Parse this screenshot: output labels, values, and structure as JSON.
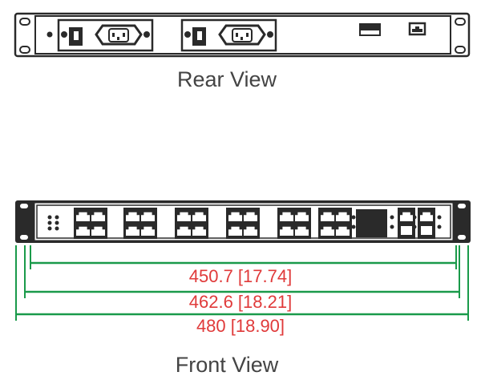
{
  "rear": {
    "caption": "Rear View"
  },
  "front": {
    "caption": "Front View"
  },
  "dimensions": [
    {
      "mm": "450.7",
      "inch": "17.74",
      "label": "450.7 [17.74]"
    },
    {
      "mm": "462.6",
      "inch": "18.21",
      "label": "462.6 [18.21]"
    },
    {
      "mm": "480",
      "inch": "18.90",
      "label": "480 [18.90]"
    }
  ],
  "colors": {
    "outline": "#2a2a2a",
    "dimension_line": "#1a9a4a",
    "dimension_text": "#e03a3a"
  }
}
